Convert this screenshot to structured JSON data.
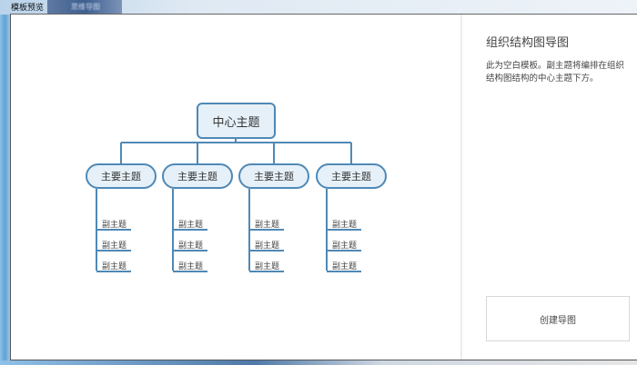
{
  "window": {
    "title": "模板预览",
    "tab": "思维导图"
  },
  "diagram": {
    "center": "中心主题",
    "branches": [
      {
        "label": "主要主题",
        "subs": [
          "副主题",
          "副主题",
          "副主题"
        ]
      },
      {
        "label": "主要主题",
        "subs": [
          "副主题",
          "副主题",
          "副主题"
        ]
      },
      {
        "label": "主要主题",
        "subs": [
          "副主题",
          "副主题",
          "副主题"
        ]
      },
      {
        "label": "主要主题",
        "subs": [
          "副主题",
          "副主题",
          "副主题"
        ]
      }
    ]
  },
  "panel": {
    "title": "组织结构图导图",
    "description": "此为空白模板。副主题将编排在组织结构图结构的中心主题下方。",
    "create_label": "创建导图"
  },
  "colors": {
    "line": "#4f89b6",
    "node_fill": "#e6f0f8"
  }
}
